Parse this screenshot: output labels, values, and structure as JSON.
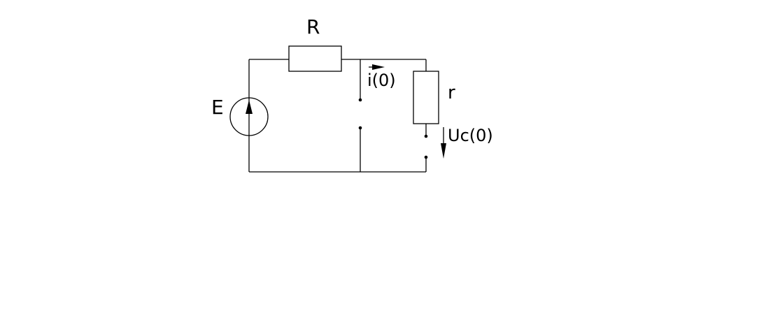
{
  "diagram": {
    "labels": {
      "resistor_R": "R",
      "resistor_r": "r",
      "source_E": "E",
      "current": "i(0)",
      "voltage": "Uc(0)"
    },
    "colors": {
      "line": "#000000",
      "background": "#ffffff"
    }
  }
}
